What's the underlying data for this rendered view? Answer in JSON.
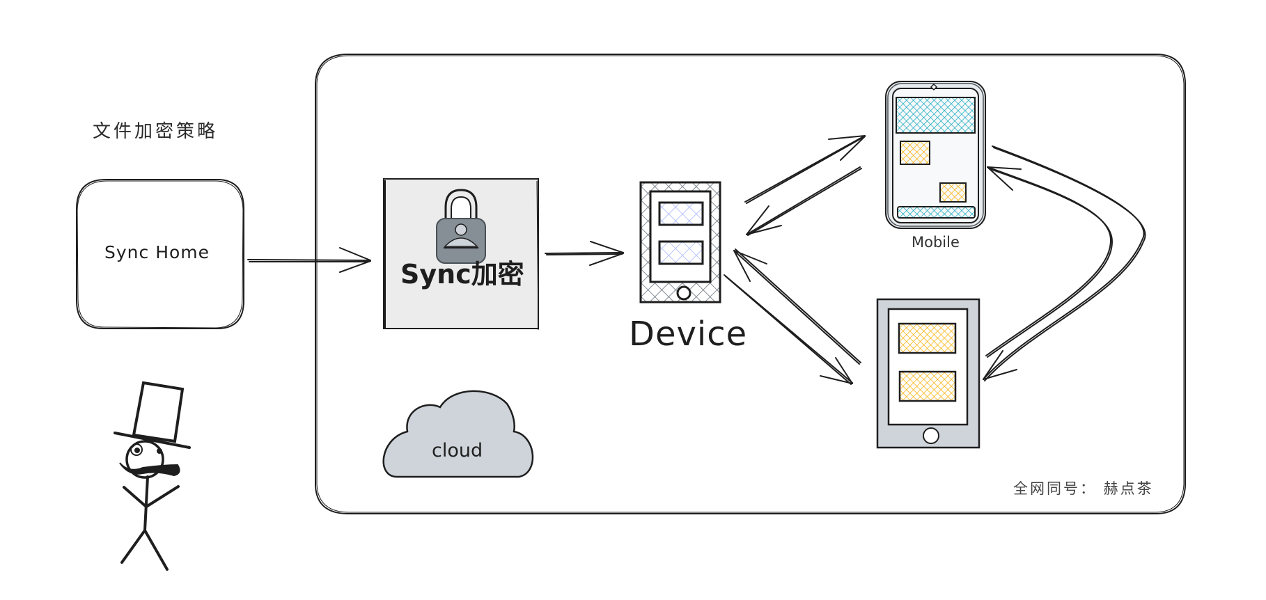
{
  "diagram": {
    "title": "文件加密策略",
    "style": "hand-drawn sketch",
    "nodes": {
      "sync_home": {
        "label": "Sync Home"
      },
      "sync_encrypt": {
        "label": "Sync加密",
        "icon": "lock-user-icon"
      },
      "device": {
        "label": "Device",
        "icon": "tablet-icon"
      },
      "mobile": {
        "label": "Mobile",
        "icon": "phone-icon"
      },
      "tablet": {
        "label": "",
        "icon": "tablet-icon"
      },
      "cloud": {
        "label": "cloud",
        "icon": "cloud-icon"
      },
      "character": {
        "icon": "top-hat-stick-figure-icon"
      }
    },
    "edges": [
      {
        "from": "Sync Home",
        "to": "Sync加密",
        "direction": "one-way"
      },
      {
        "from": "Sync加密",
        "to": "Device",
        "direction": "one-way"
      },
      {
        "from": "Device",
        "to": "Mobile",
        "direction": "two-way"
      },
      {
        "from": "Device",
        "to": "Tablet",
        "direction": "two-way"
      },
      {
        "from": "Mobile",
        "to": "Tablet",
        "direction": "two-way"
      }
    ],
    "watermark": "全网同号： 赫点茶",
    "colors": {
      "stroke": "#1e1e1e",
      "encrypt_box_fill": "#ececec",
      "lock_fill": "#868e96",
      "lock_person": "#ced4da",
      "cloud_fill": "#ced4da",
      "device_hatch": "#868e96",
      "device_screen_hatch": "#a5b4fc",
      "mobile_frame": "#e9ecef",
      "mobile_bar_hatch": "#15aabf",
      "mobile_block_hatch": "#fab005",
      "tablet_frame": "#ced4da",
      "tablet_block_hatch": "#fab005"
    }
  }
}
